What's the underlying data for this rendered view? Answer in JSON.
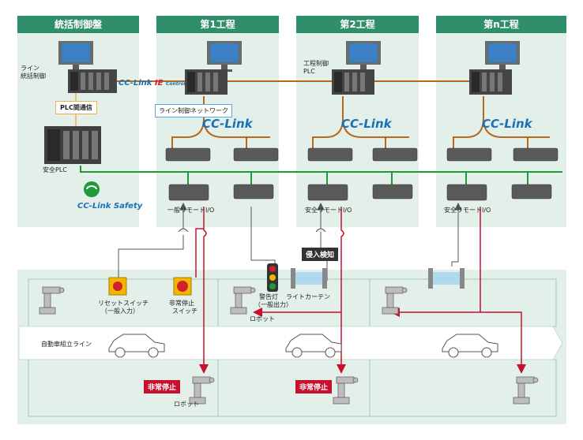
{
  "panels": {
    "integrated": "統括制御盤",
    "process1": "第1工程",
    "process2": "第2工程",
    "processN": "第n工程"
  },
  "labels": {
    "line_control_1": "ライン",
    "line_control_2": "統括制御",
    "process_plc_1": "工程制御",
    "process_plc_2": "PLC",
    "plc_comm": "PLC間通信",
    "safety_plc": "安全PLC",
    "line_network": "ライン制御ネットワーク",
    "general_io": "一般リモートI/O",
    "safety_io_2": "安全リモートI/O",
    "safety_io_n": "安全リモートI/O",
    "intrusion": "侵入検知",
    "reset_switch_1": "リセットスイッチ",
    "reset_switch_2": "（一般入力）",
    "emergency_switch_1": "非常停止",
    "emergency_switch_2": "スイッチ",
    "warning_light_1": "警告灯",
    "warning_light_2": "（一般出力）",
    "light_curtain": "ライトカーテン",
    "robot_1": "ロボット",
    "robot_2": "ロボット",
    "assembly_line": "自動車組立ライン",
    "estop_1": "非常停止",
    "estop_2": "非常停止"
  },
  "logos": {
    "cc_link": "CC-Link",
    "cc_link_ie": "CC-Link IE Control",
    "cc_link_safety": "CC-Link Safety"
  },
  "colors": {
    "header_green": "#2f8f6a",
    "panel_bg": "#e3f0ea",
    "network_orange": "#b5681e",
    "safety_green": "#1f9a3a",
    "emergency_red": "#c8102e",
    "cc_blue": "#1b6fb8"
  }
}
